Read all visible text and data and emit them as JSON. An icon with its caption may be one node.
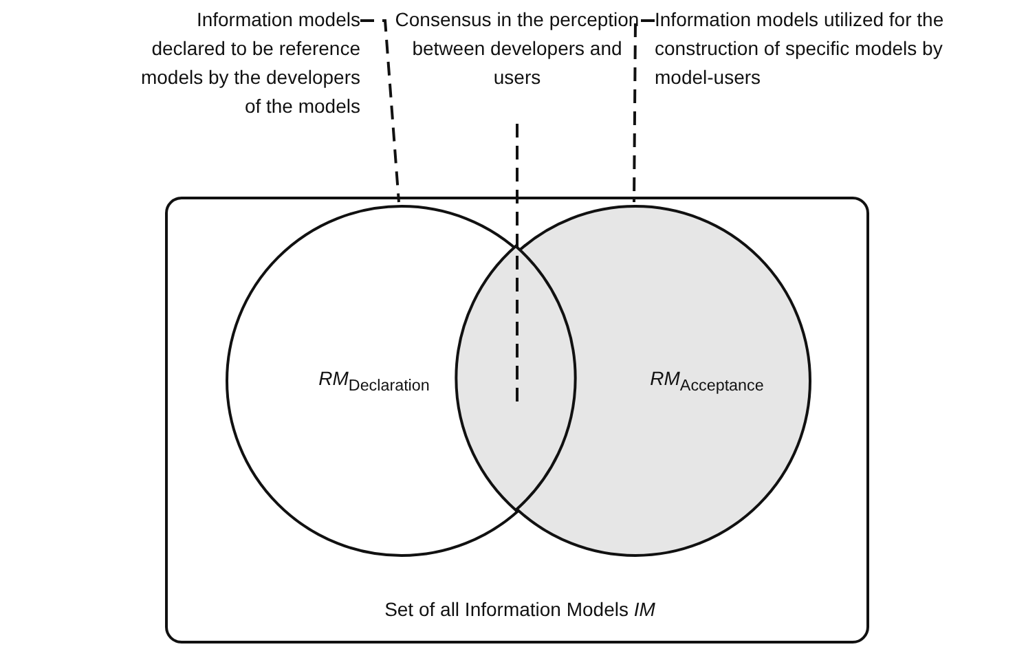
{
  "diagram": {
    "nodes": [
      {
        "text": [
          "Set of all Information Models *IM*"
        ]
      },
      {
        "text": [
          "*RM*$_{Declaration}$"
        ],
        "in": 0
      },
      {
        "text": [
          "*RM*$_{Acceptance}$"
        ],
        "in": 0
      },
      {
        "text": [
          "Information models declared to be reference models by the developers of the models"
        ]
      },
      {
        "text": [
          "Consensus in the perception between developers and users"
        ]
      },
      {
        "text": [
          "Information models utilized for the construction of specific models by model-users"
        ]
      },
      {
        "text": [],
        "shape": "lens"
      }
    ],
    "edges": [
      {
        "from": 3,
        "to": 1,
        "arrow": "none",
        "style": "dashed"
      },
      {
        "from": 4,
        "to": 6,
        "arrow": "none",
        "style": "dashed"
      },
      {
        "from": 5,
        "to": 2,
        "arrow": "none",
        "style": "dashed"
      }
    ]
  }
}
